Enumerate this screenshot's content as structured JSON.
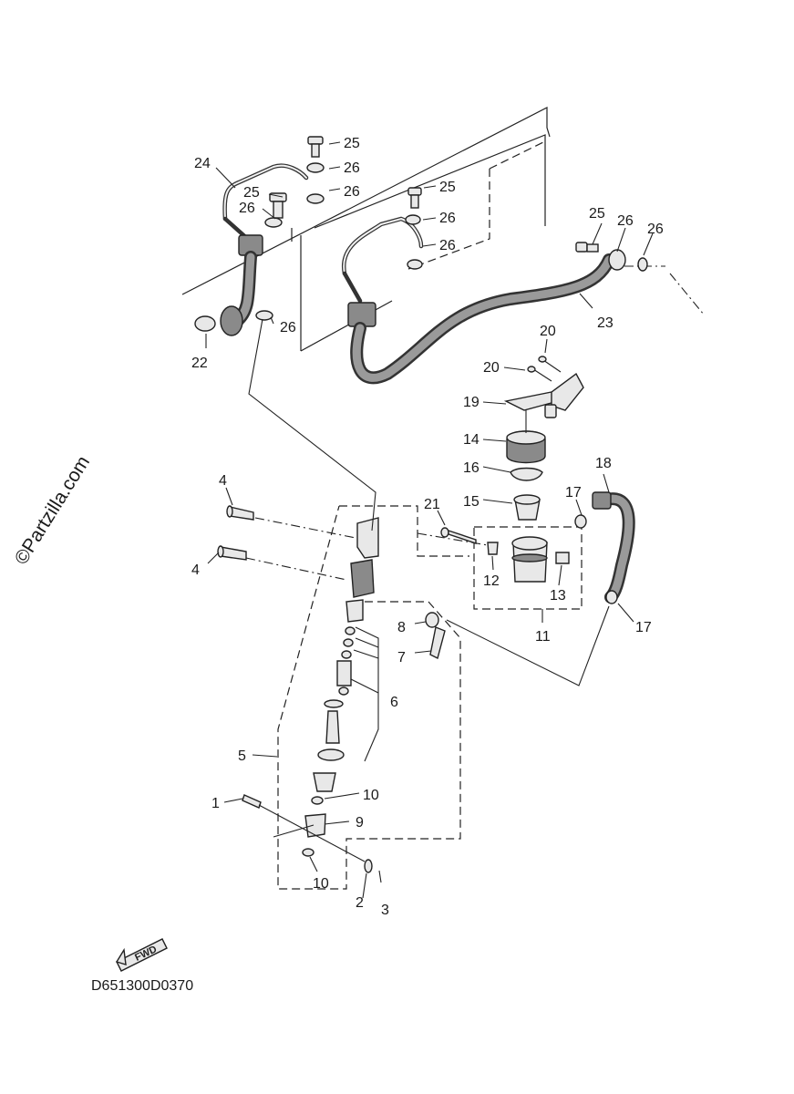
{
  "watermark": "©Partzilla.com",
  "diagram_code": "D651300D0370",
  "fwd_marker": "FWD",
  "callouts": {
    "c1": "1",
    "c2": "2",
    "c3": "3",
    "c4a": "4",
    "c4b": "4",
    "c5": "5",
    "c6": "6",
    "c7": "7",
    "c8": "8",
    "c9": "9",
    "c10a": "10",
    "c10b": "10",
    "c11": "11",
    "c12": "12",
    "c13": "13",
    "c14": "14",
    "c15": "15",
    "c16": "16",
    "c17a": "17",
    "c17b": "17",
    "c18": "18",
    "c19": "19",
    "c20a": "20",
    "c20b": "20",
    "c21": "21",
    "c22": "22",
    "c23": "23",
    "c24": "24",
    "c25a": "25",
    "c25b": "25",
    "c25c": "25",
    "c25d": "25",
    "c26a": "26",
    "c26b": "26",
    "c26c": "26",
    "c26d": "26",
    "c26e": "26",
    "c26f": "26",
    "c26g": "26",
    "c26h": "26"
  }
}
